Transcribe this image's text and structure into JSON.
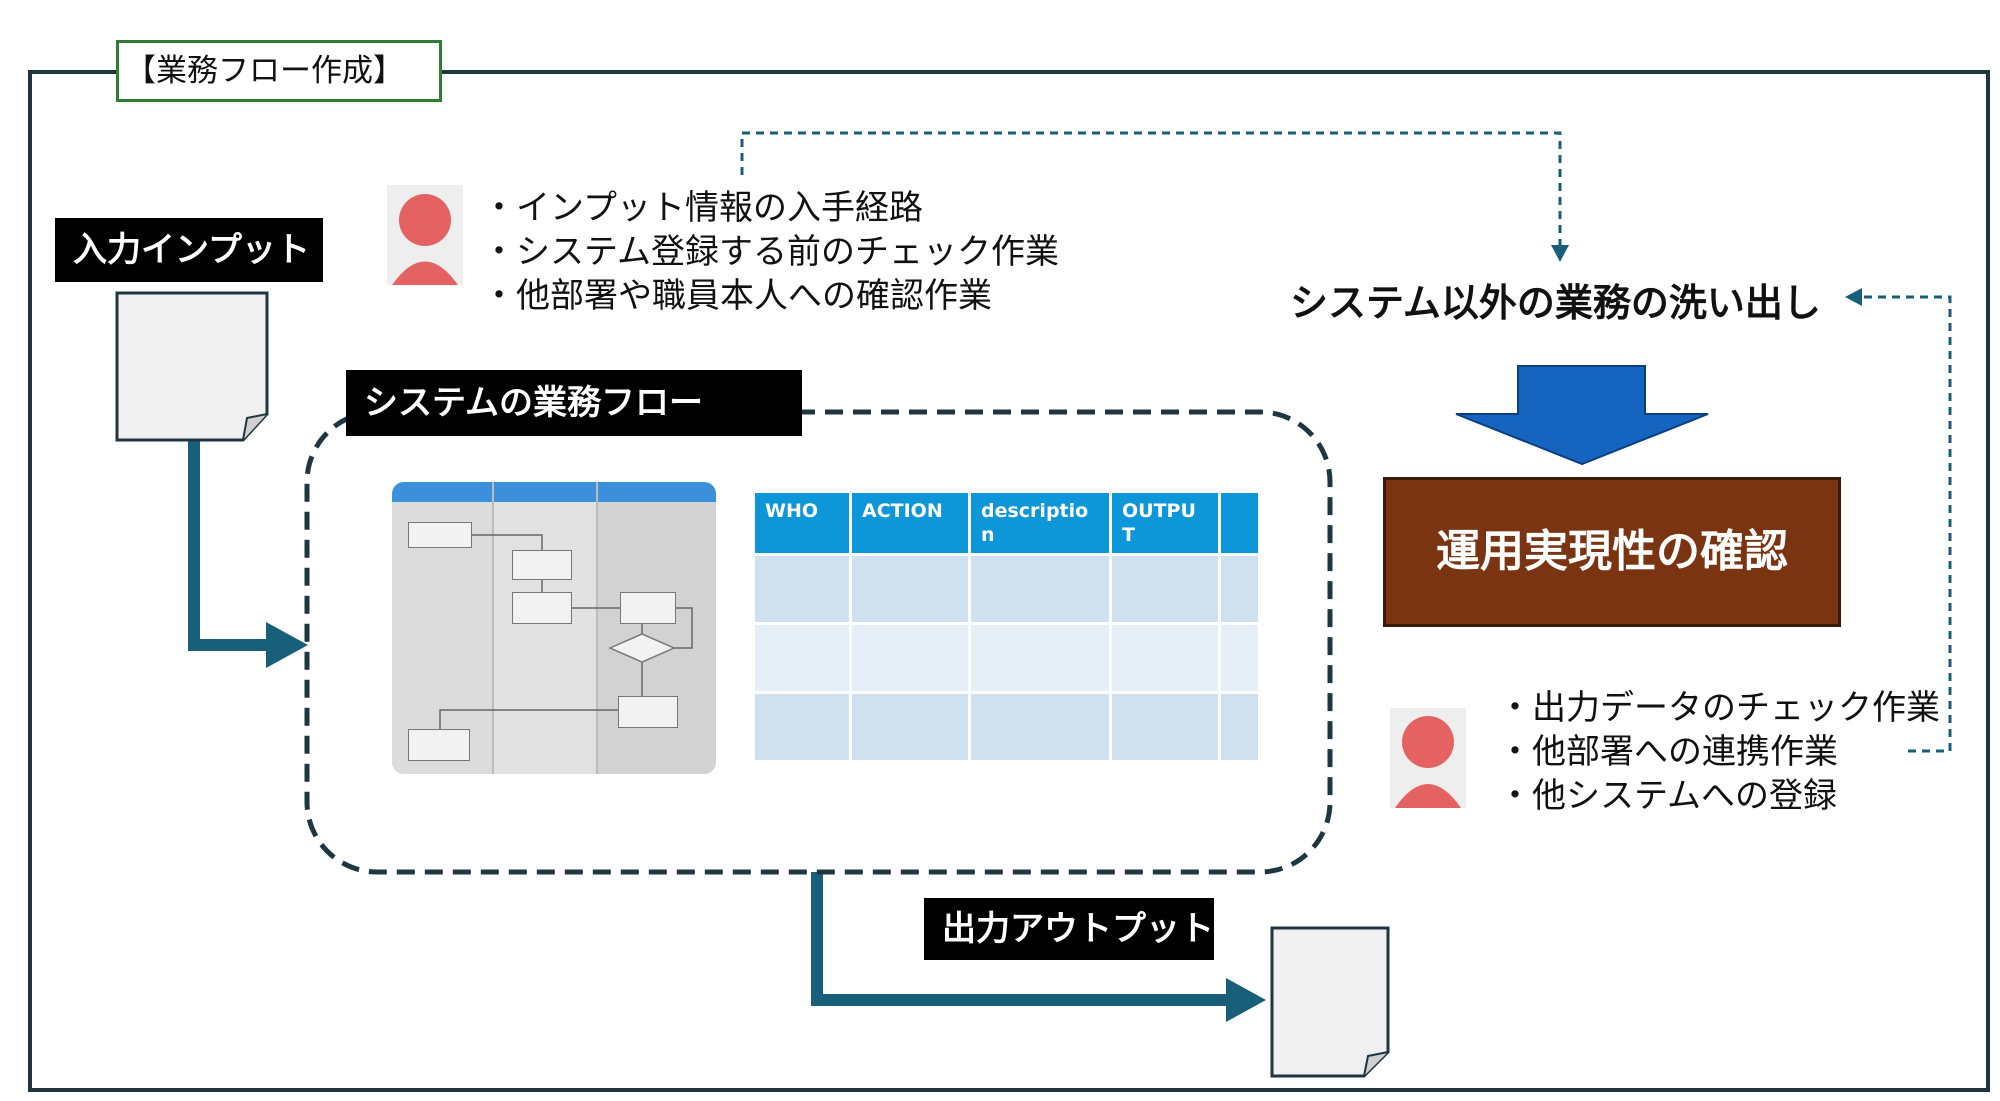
{
  "title": "【業務フロー作成】",
  "labels": {
    "input": "入力インプット",
    "system_flow": "システムの業務フロー",
    "output": "出力アウトプット"
  },
  "top_bullets": [
    "・インプット情報の入手経路",
    "・システム登録する前のチェック作業",
    "・他部署や職員本人への確認作業"
  ],
  "bottom_bullets": [
    "・出力データのチェック作業",
    "・他部署への連携作業",
    "・他システムへの登録"
  ],
  "heading": "システム以外の業務の洗い出し",
  "confirm": "運用実現性の確認",
  "table": {
    "headers": [
      "WHO",
      "ACTION",
      "description",
      "OUTPUT",
      ""
    ]
  },
  "colors": {
    "arrow": "#1a5f7a",
    "frame": "#1f3540",
    "title_border": "#2e7d32",
    "confirm_fill": "#7a3412",
    "down_arrow": "#1565c0",
    "person": "#e46262",
    "table_header": "#0d97d9"
  }
}
